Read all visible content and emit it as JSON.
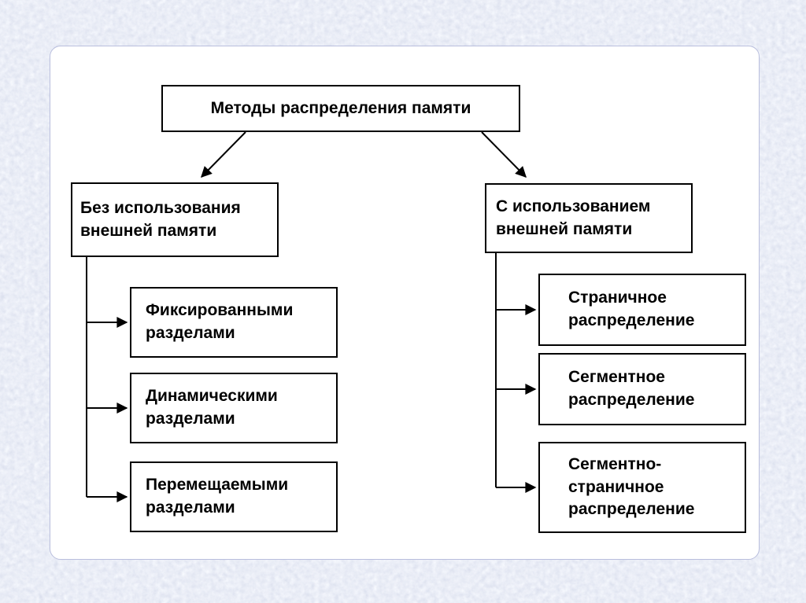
{
  "background": {
    "base_color": "#ccd2ee",
    "panel_color": "#ffffff",
    "line_color": "#000000"
  },
  "diagram": {
    "root": {
      "label": "Методы распределения памяти"
    },
    "left_branch": {
      "label": "Без использования\nвнешней памяти",
      "children": [
        {
          "label": "Фиксированными\nразделами"
        },
        {
          "label": "Динамическими\nразделами"
        },
        {
          "label": "Перемещаемыми\nразделами"
        }
      ]
    },
    "right_branch": {
      "label": "С использованием\nвнешней памяти",
      "children": [
        {
          "label": "Страничное\nраспределение"
        },
        {
          "label": "Сегментное\nраспределение"
        },
        {
          "label": "Сегментно-\nстраничное\nраспределение"
        }
      ]
    }
  }
}
